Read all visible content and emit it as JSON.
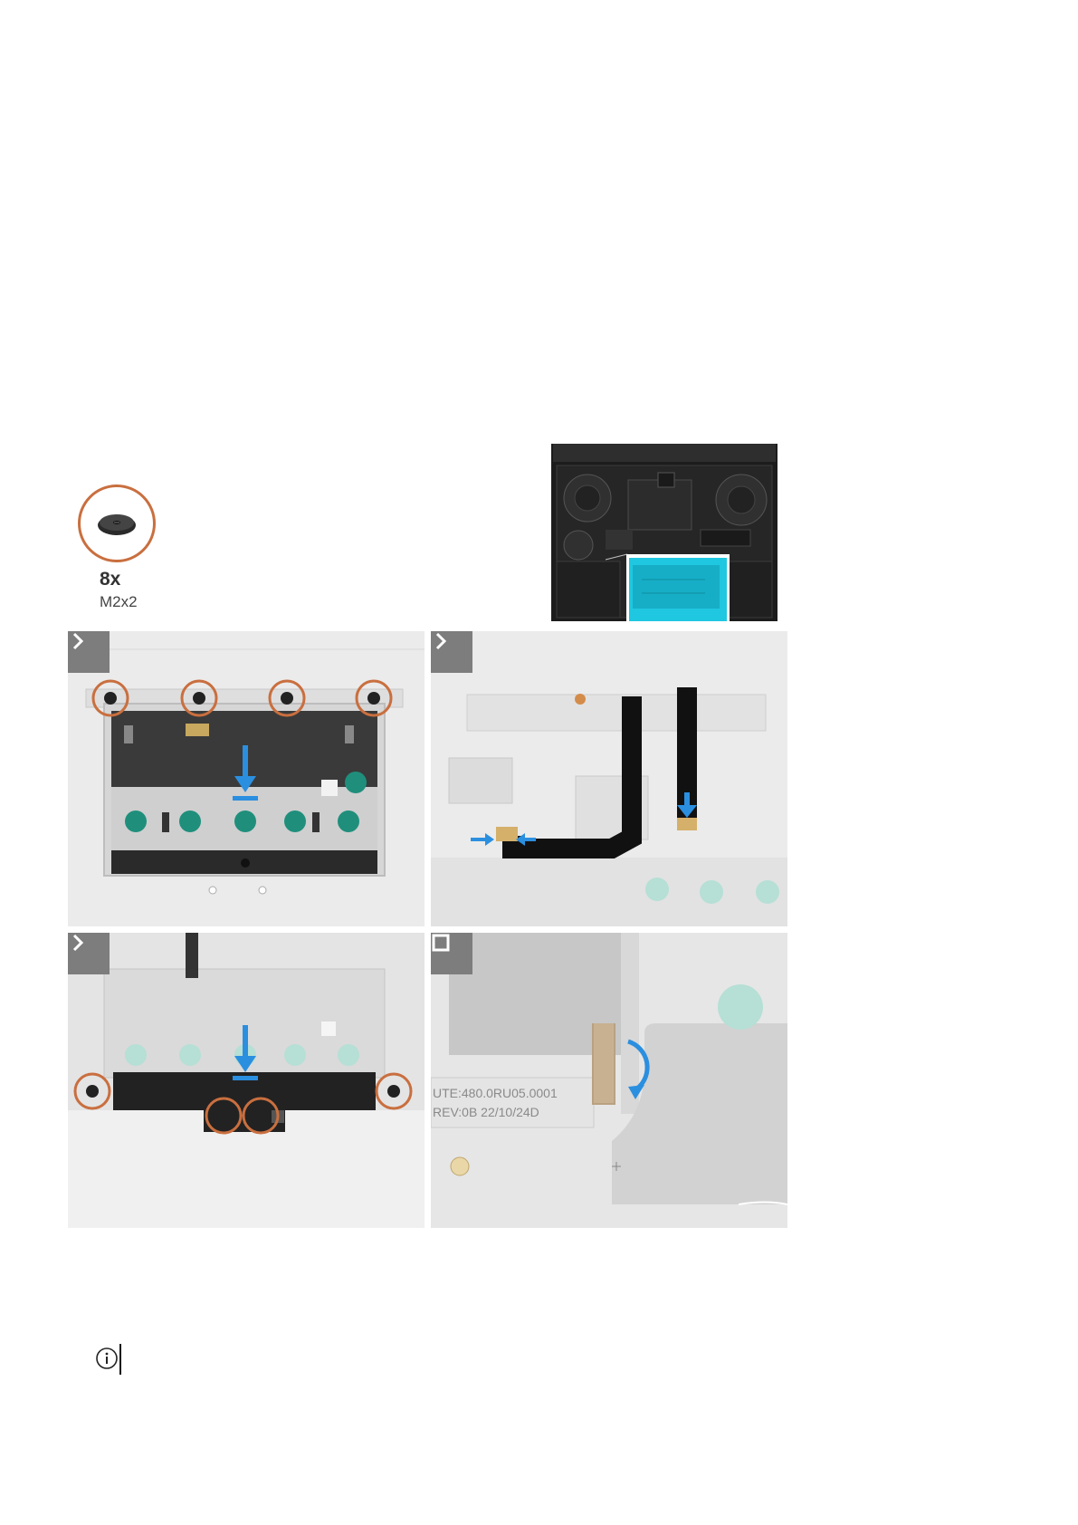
{
  "screw_callout": {
    "quantity": "8x",
    "size": "M2x2",
    "accent_color": "#c96f3f"
  },
  "overview": {
    "highlight_color": "#1fc7e0",
    "highlight_meaning": "touchpad location"
  },
  "panels": [
    {
      "step_type": "next-step",
      "icon": "chevron-right-icon"
    },
    {
      "step_type": "next-step",
      "icon": "chevron-right-icon"
    },
    {
      "step_type": "next-step",
      "icon": "chevron-right-icon"
    },
    {
      "step_type": "final-step",
      "icon": "stop-square-icon",
      "label_line1": "UTE:480.0RU05.0001",
      "label_line2": "REV:0B   22/10/24D"
    }
  ],
  "colors": {
    "arrow_blue": "#2b8fe0",
    "cable_tan": "#d4b06a",
    "pad_green": "#1f8f7c",
    "badge_gray": "#7d7d7d"
  },
  "note": {
    "icon": "info-icon"
  }
}
